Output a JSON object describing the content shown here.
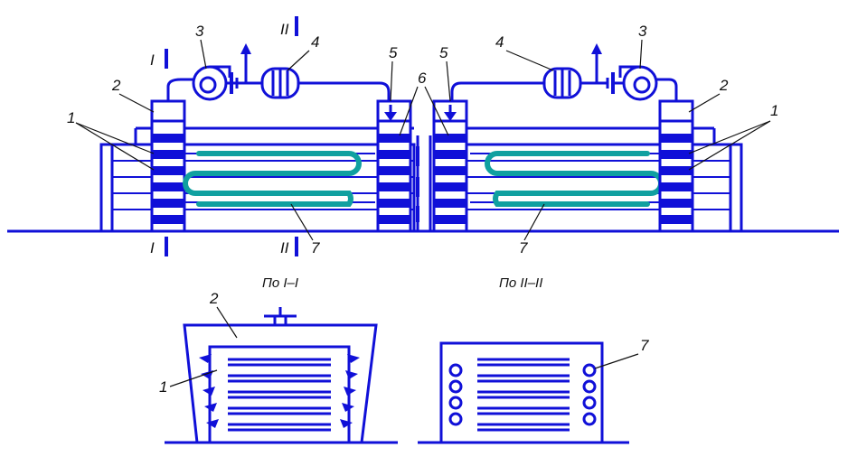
{
  "figure": {
    "labels": {
      "n1": "1",
      "n2": "2",
      "n3": "3",
      "n4": "4",
      "n5": "5",
      "n6": "6",
      "n7": "7",
      "sec1": "I",
      "sec2": "II"
    },
    "captions": {
      "section_1": "По I–I",
      "section_2": "По II–II"
    },
    "colors": {
      "structure": "#1010d8",
      "heating_coil": "#10a0a0",
      "label_text": "#111111"
    }
  }
}
